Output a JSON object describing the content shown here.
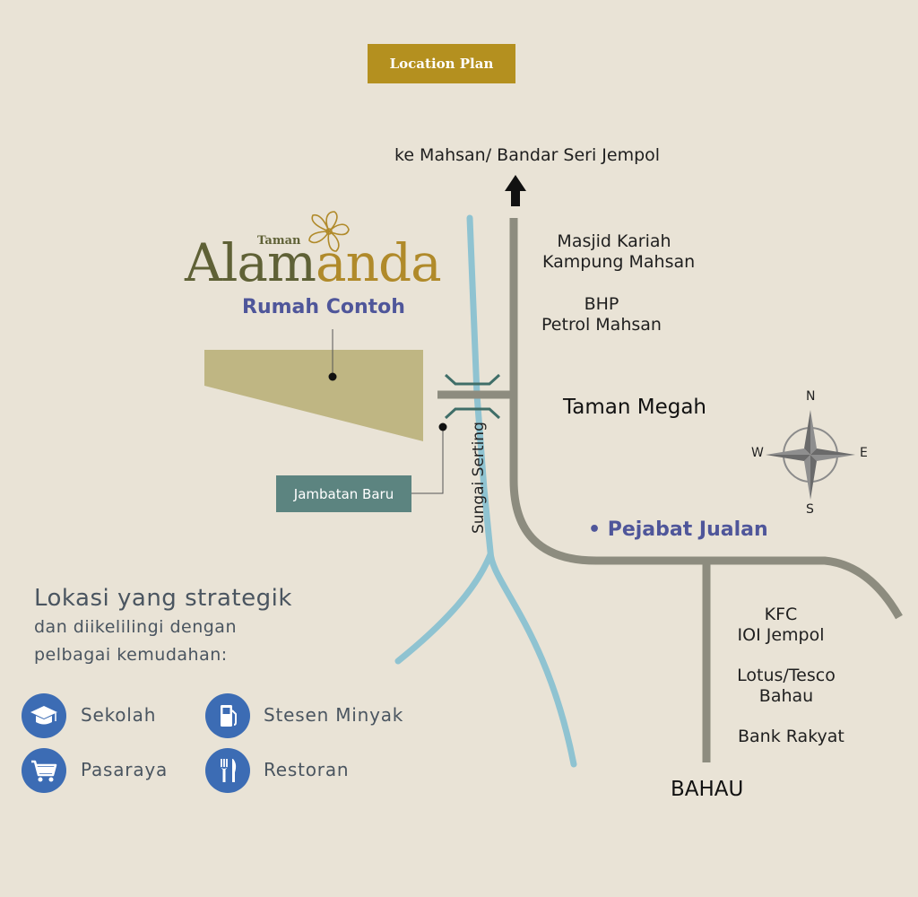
{
  "header": {
    "title": "Location Plan"
  },
  "logo": {
    "prefix": "Taman",
    "name_part1": "Alam",
    "name_part2": "anda",
    "icon": "flower-icon"
  },
  "map": {
    "show_house": "Rumah Contoh",
    "north_destination": "ke Mahsan/ Bandar Seri Jempol",
    "bridge": "Jambatan Baru",
    "river": "Sungai Serting",
    "sales_office": "• Pejabat Jualan",
    "landmarks": {
      "masjid": [
        "Masjid Kariah",
        "Kampung Mahsan"
      ],
      "petrol": [
        "BHP",
        "Petrol Mahsan"
      ],
      "taman_megah": "Taman Megah",
      "kfc": [
        "KFC",
        "IOI Jempol"
      ],
      "lotus": [
        "Lotus/Tesco",
        "Bahau"
      ],
      "bank": "Bank Rakyat",
      "bahau": "BAHAU"
    },
    "compass": {
      "n": "N",
      "s": "S",
      "e": "E",
      "w": "W",
      "icon": "compass-rose-icon"
    }
  },
  "info": {
    "headline": "Lokasi yang strategik",
    "subline1": "dan diikelilingi dengan",
    "subline2": "pelbagai kemudahan:"
  },
  "amenities": [
    {
      "label": "Sekolah",
      "icon": "graduation-cap-icon"
    },
    {
      "label": "Stesen Minyak",
      "icon": "fuel-pump-icon"
    },
    {
      "label": "Pasaraya",
      "icon": "shopping-cart-icon"
    },
    {
      "label": "Restoran",
      "icon": "fork-knife-icon"
    }
  ],
  "colors": {
    "background": "#e9e3d6",
    "badge": "#b4901f",
    "road": "#8d8c7f",
    "river": "#8fc3d1",
    "site": "#bfb683",
    "accent_blue": "#4f569a",
    "bridge_label": "#5c8480",
    "icon_blue": "#3c6cb4"
  }
}
